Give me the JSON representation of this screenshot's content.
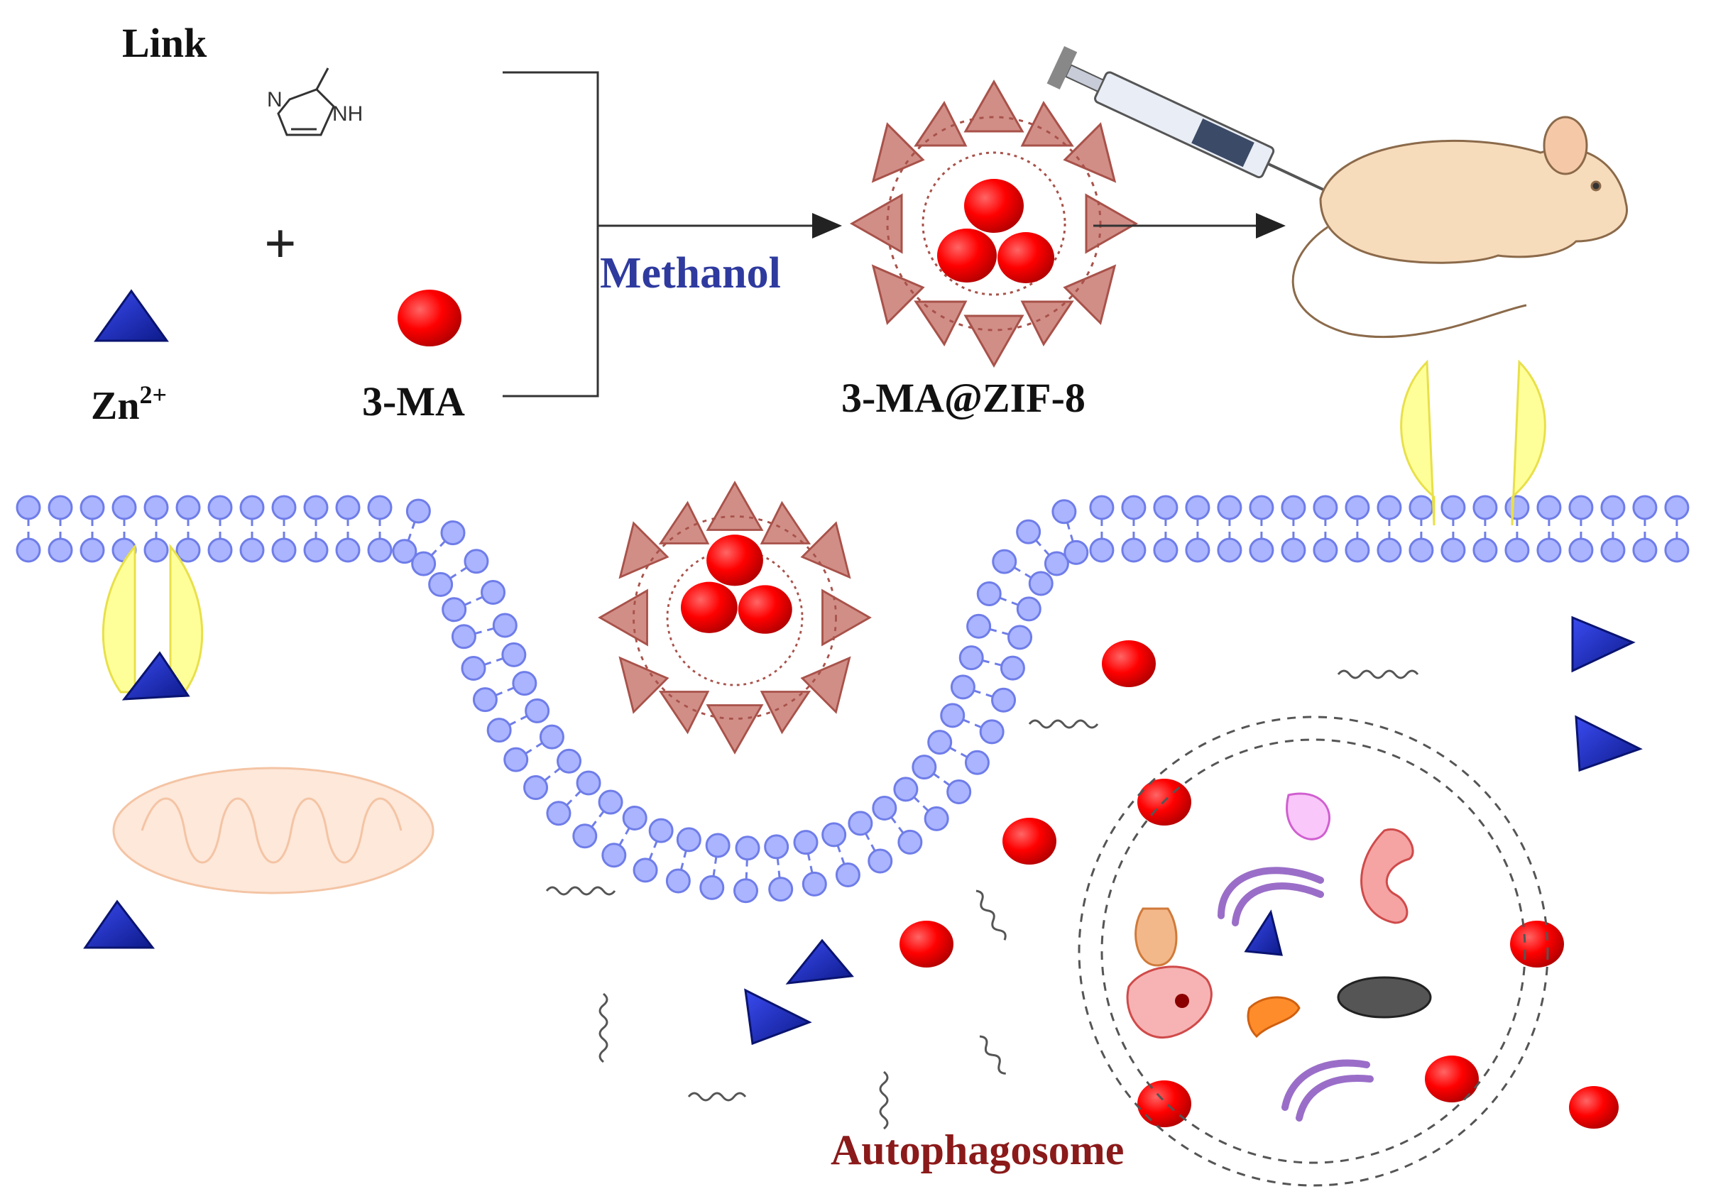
{
  "labels": {
    "linker": "Link",
    "zinc_base": "Zn",
    "zinc_charge": "2+",
    "drug": "3-MA",
    "solvent": "Methanol",
    "product": "3-MA@ZIF-8",
    "autophagosome": "Autophagosome",
    "plus": "+",
    "imidazole_n": "N",
    "imidazole_nh": "NH"
  },
  "colors": {
    "membrane_fill": "#aab4ff",
    "membrane_stroke": "#6f7de8",
    "zn_fill": "#1f2fc2",
    "drug_fill": "#ff0000",
    "zif_fill": "#c97a72",
    "protein_fill": "#ffff99",
    "solvent_text": "#2e3a9e",
    "autophagosome_text": "#8b1a1a"
  },
  "icons": [
    "syringe-icon",
    "mouse-icon",
    "mitochondrion-icon",
    "golgi-icon",
    "lysosome-icon"
  ]
}
